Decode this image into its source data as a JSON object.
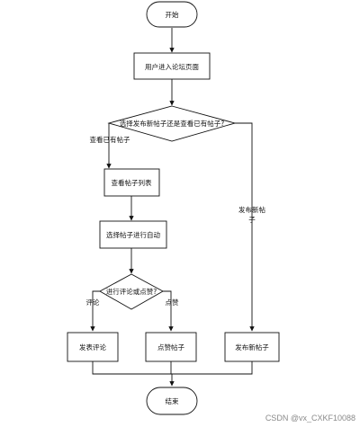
{
  "flowchart": {
    "nodes": {
      "start": "开始",
      "enter_forum": "用户进入论坛页面",
      "decision_main": "选择发布新帖子还是查看已有帖子?",
      "view_list": "查看帖子列表",
      "select_auto": "选择帖子进行自动",
      "decision_action": "进行评论或点赞?",
      "comment": "发表评论",
      "like_post": "点赞帖子",
      "publish_post": "发布新帖子",
      "end": "结束"
    },
    "edge_labels": {
      "view_existing": "查看已有帖子",
      "publish_new_line1": "发布新帖",
      "publish_new_line2": "子",
      "comment": "评论",
      "like": "点赞"
    }
  },
  "watermark": "CSDN @vx_CXKF10088",
  "colors": {
    "stroke": "#111111",
    "fill": "#ffffff",
    "watermark": "#8a8a8a"
  }
}
